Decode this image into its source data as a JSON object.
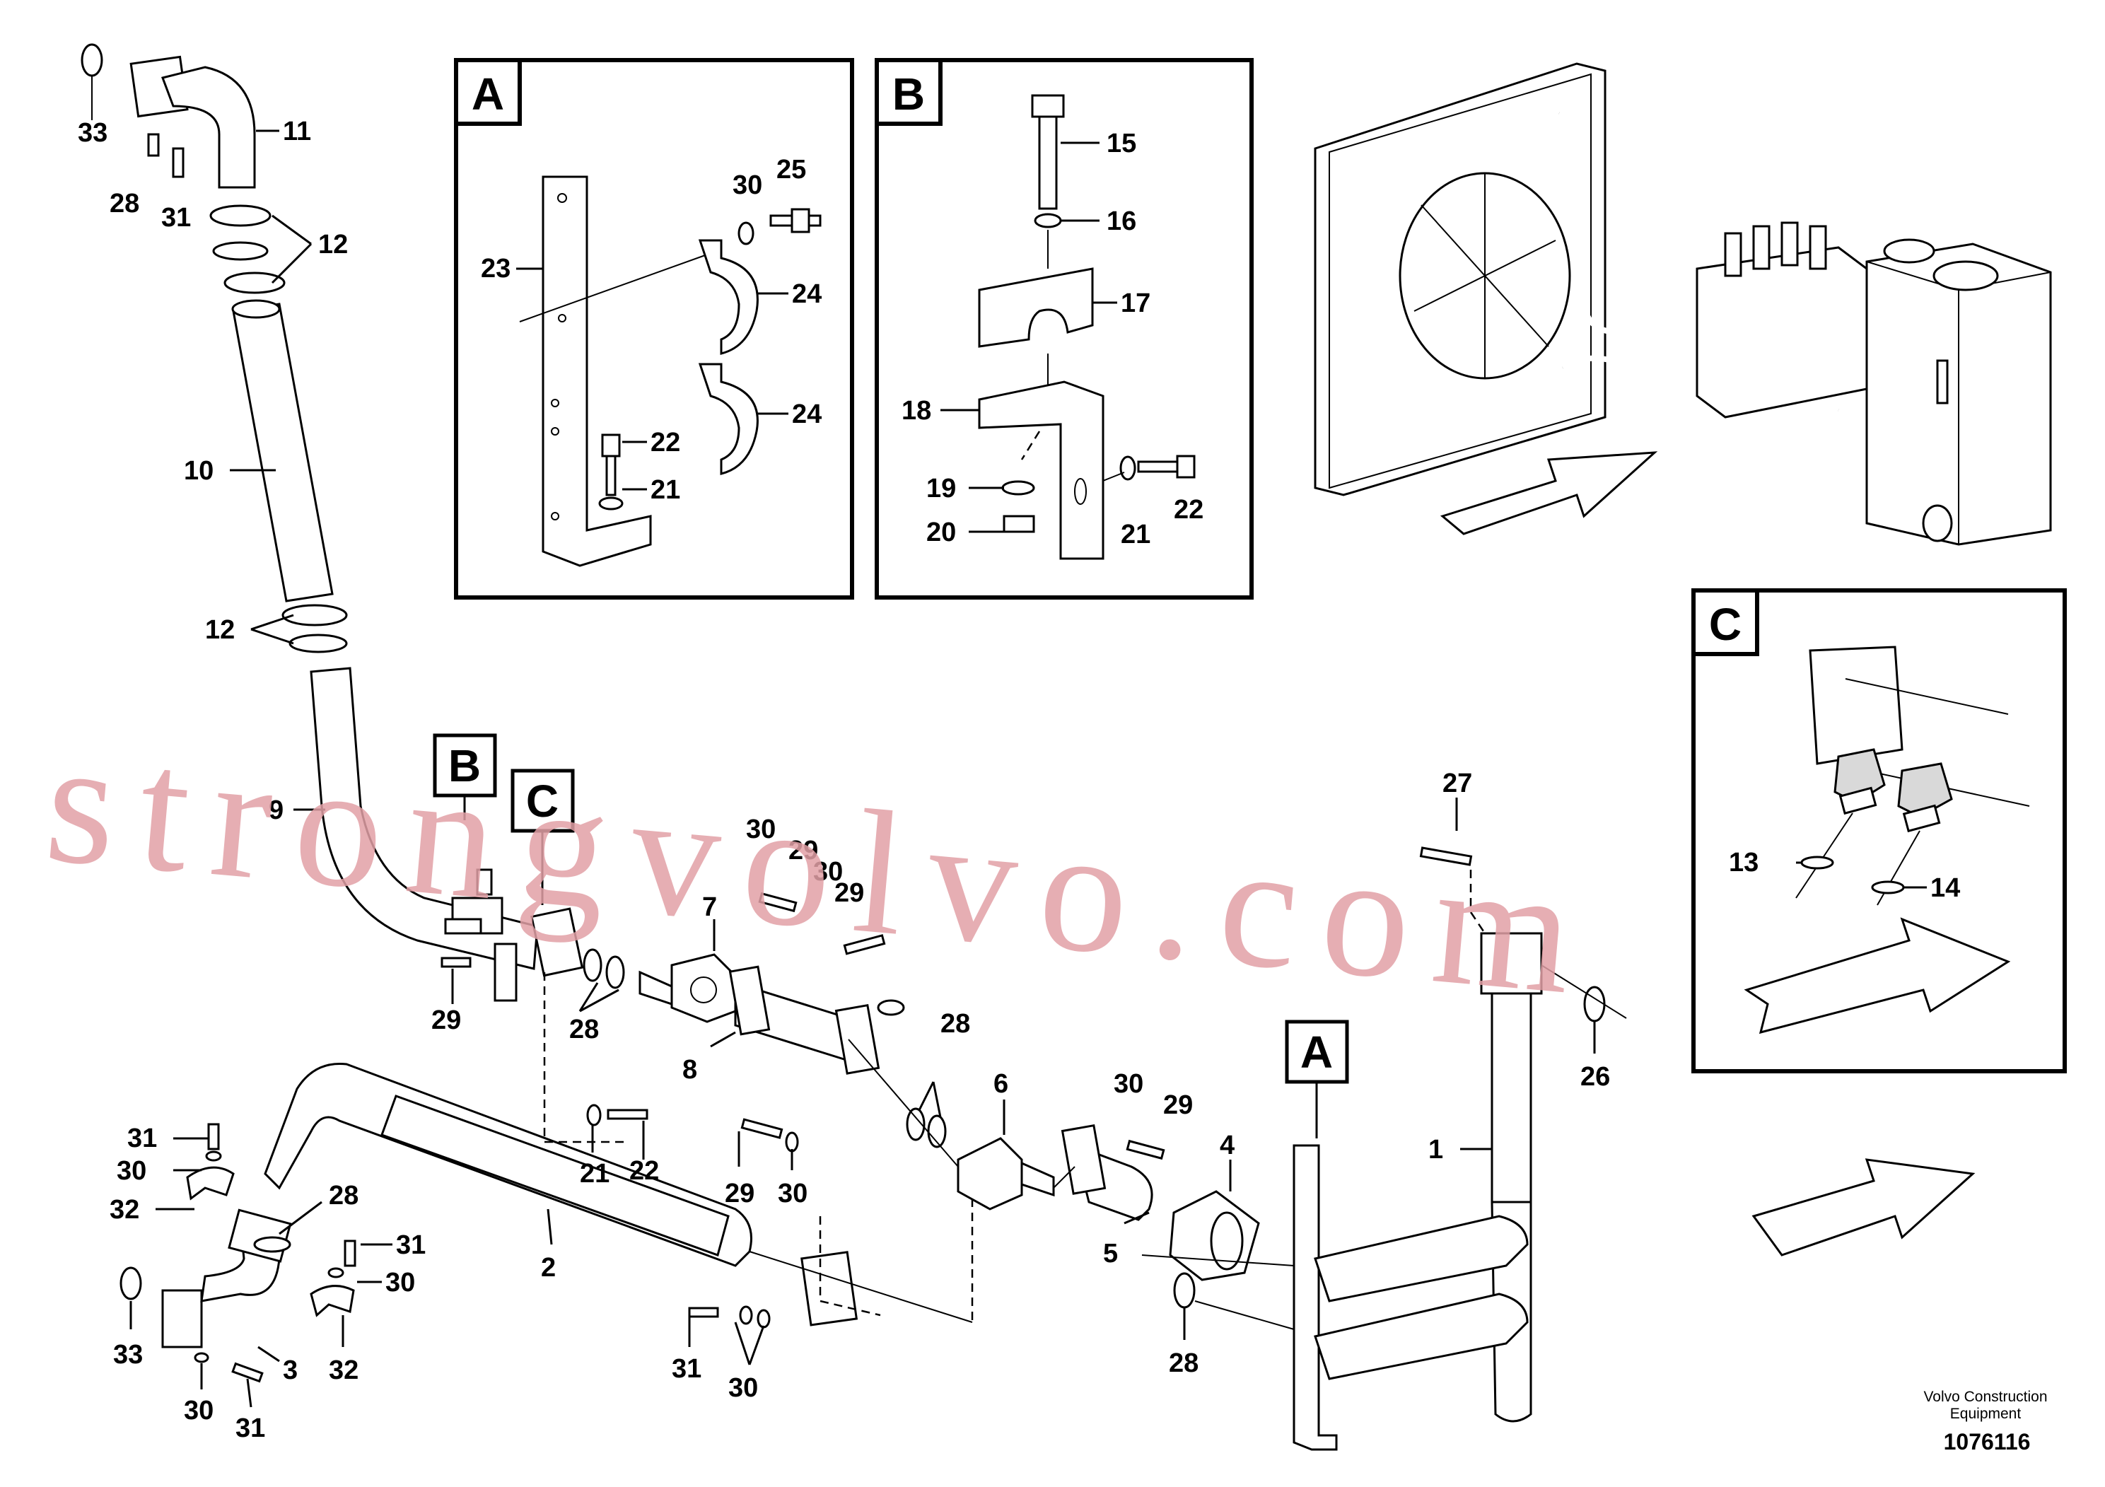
{
  "callouts": {
    "a": "A",
    "b": "B",
    "c": "C"
  },
  "labels": {
    "p1": "1",
    "p2": "2",
    "p3": "3",
    "p4": "4",
    "p5": "5",
    "p6": "6",
    "p7": "7",
    "p8": "8",
    "p9": "9",
    "p10": "10",
    "p11": "11",
    "p12": "12",
    "p13": "13",
    "p14": "14",
    "p15": "15",
    "p16": "16",
    "p17": "17",
    "p18": "18",
    "p19": "19",
    "p20": "20",
    "p21": "21",
    "p22": "22",
    "p23": "23",
    "p24": "24",
    "p25": "25",
    "p26": "26",
    "p27": "27",
    "p28": "28",
    "p29": "29",
    "p30": "30",
    "p31": "31",
    "p32": "32",
    "p33": "33"
  },
  "watermark": "strongvolvo.com",
  "footer": {
    "publisher_line1": "Volvo Construction",
    "publisher_line2": "Equipment",
    "document_number": "1076116"
  },
  "colors": {
    "watermark": "#e2a0a6",
    "ink": "#000000",
    "background": "#ffffff"
  }
}
